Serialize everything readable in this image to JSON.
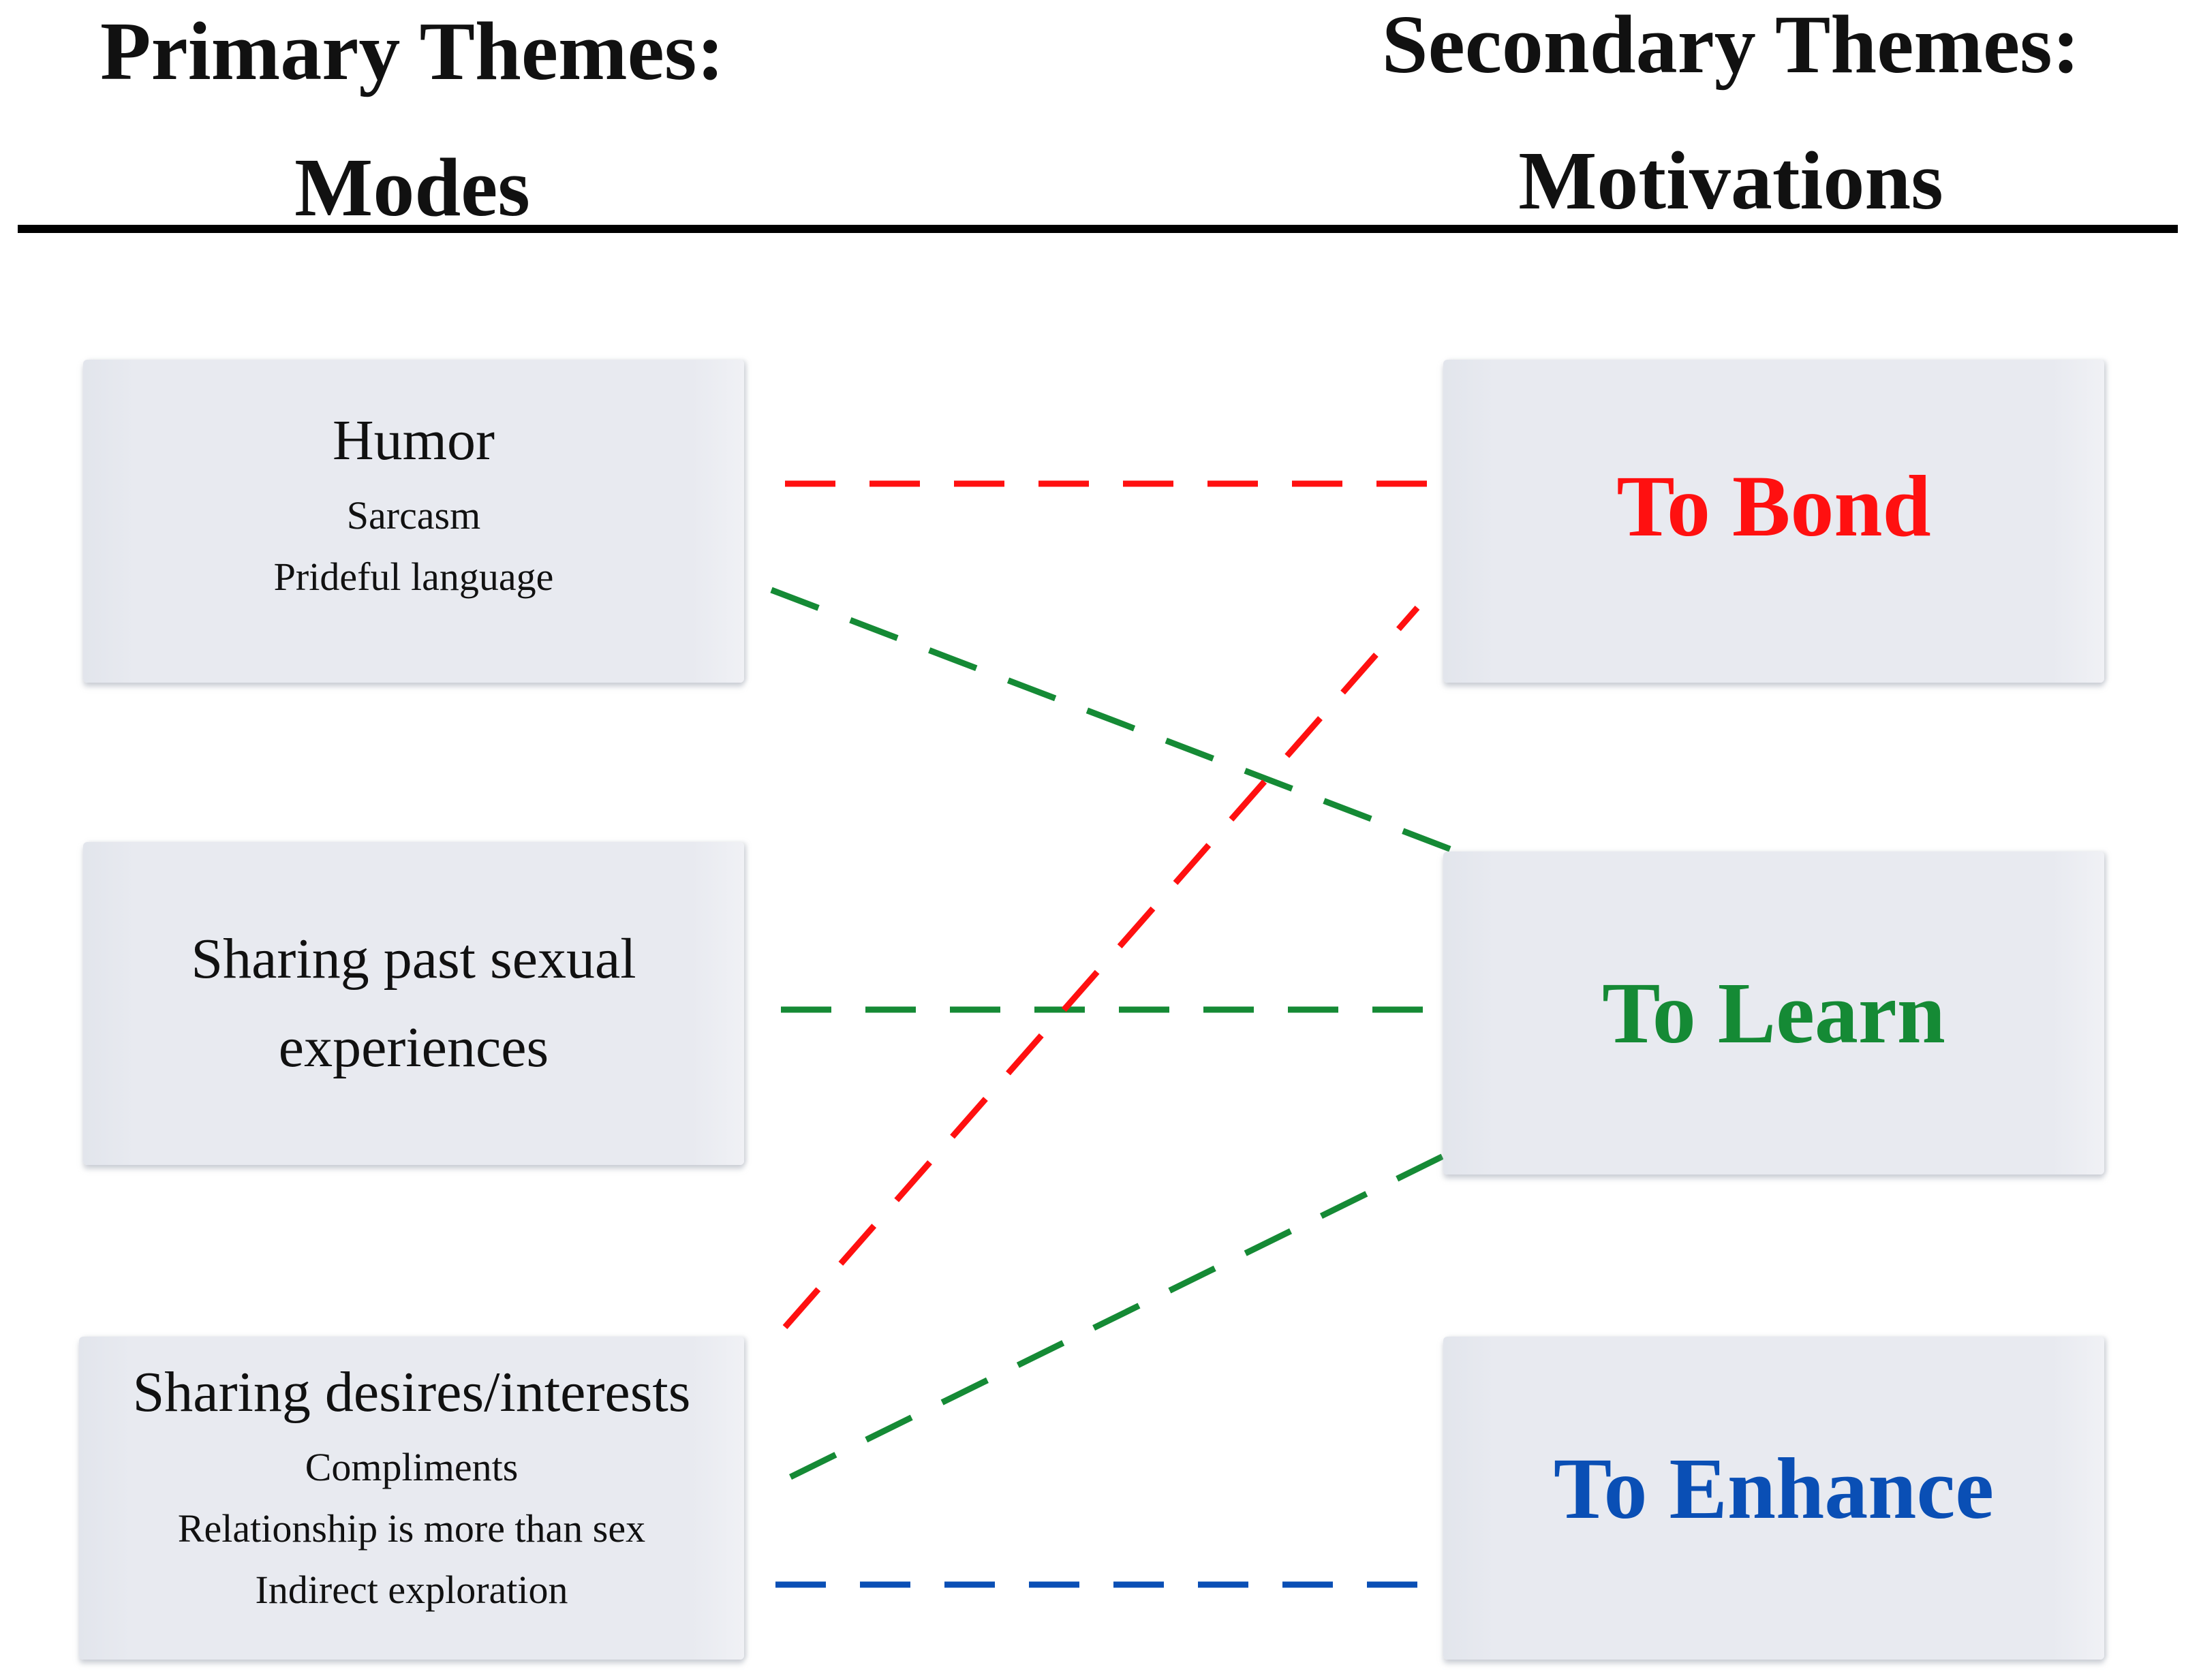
{
  "headers": {
    "primary": {
      "line1": "Primary Themes:",
      "line2": "Modes"
    },
    "secondary": {
      "line1": "Secondary Themes:",
      "line2": "Motivations"
    }
  },
  "modes": [
    {
      "title": "Humor",
      "subitems": [
        "Sarcasm",
        "Prideful language"
      ]
    },
    {
      "title_lines": [
        "Sharing past sexual",
        "experiences"
      ]
    },
    {
      "title": "Sharing desires/interests",
      "subitems": [
        "Compliments",
        "Relationship is more than sex",
        "Indirect exploration"
      ]
    }
  ],
  "motivations": [
    {
      "label": "To Bond",
      "color": "#ff1010"
    },
    {
      "label": "To Learn",
      "color": "#158a35"
    },
    {
      "label": "To Enhance",
      "color": "#0a4fb5"
    }
  ],
  "connections": [
    {
      "from": "Humor",
      "to": "To Bond",
      "color": "#ff1010",
      "style": "dashed"
    },
    {
      "from": "Humor",
      "to": "To Learn",
      "color": "#158a35",
      "style": "dashed"
    },
    {
      "from": "Sharing past sexual experiences",
      "to": "To Learn",
      "color": "#158a35",
      "style": "dashed"
    },
    {
      "from": "Sharing desires/interests",
      "to": "To Bond",
      "color": "#ff1010",
      "style": "dashed"
    },
    {
      "from": "Sharing desires/interests",
      "to": "To Learn",
      "color": "#158a35",
      "style": "dashed"
    },
    {
      "from": "Sharing desires/interests",
      "to": "To Enhance",
      "color": "#0a4fb5",
      "style": "dashed"
    }
  ]
}
